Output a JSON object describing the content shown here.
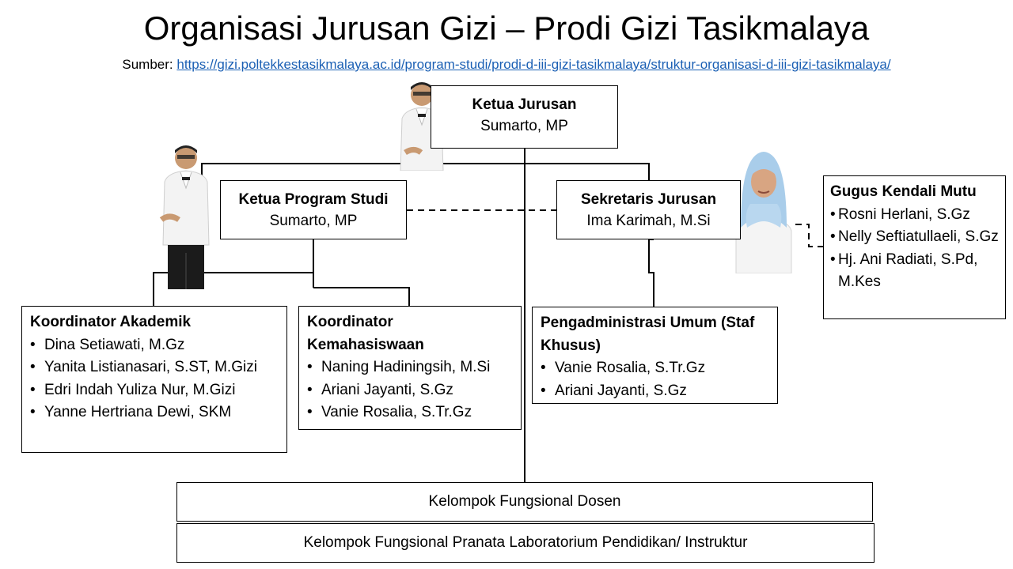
{
  "title": "Organisasi Jurusan Gizi – Prodi Gizi Tasikmalaya",
  "source": {
    "label": "Sumber:",
    "url": "https://gizi.poltekkestasikmalaya.ac.id/program-studi/prodi-d-iii-gizi-tasikmalaya/struktur-organisasi-d-iii-gizi-tasikmalaya/"
  },
  "ketua_jurusan": {
    "title": "Ketua Jurusan",
    "name": "Sumarto, MP"
  },
  "ketua_prodi": {
    "title": "Ketua Program Studi",
    "name": "Sumarto, MP"
  },
  "sekretaris": {
    "title": "Sekretaris Jurusan",
    "name": "Ima Karimah, M.Si"
  },
  "gugus_kendali_mutu": {
    "title": "Gugus Kendali Mutu",
    "members": [
      "Rosni Herlani, S.Gz",
      "Nelly Seftiatullaeli, S.Gz",
      "Hj. Ani Radiati, S.Pd, M.Kes"
    ]
  },
  "koordinator_akademik": {
    "title": "Koordinator Akademik",
    "members": [
      "Dina Setiawati, M.Gz",
      "Yanita Listianasari, S.ST, M.Gizi",
      "Edri Indah Yuliza Nur, M.Gizi",
      "Yanne Hertriana Dewi, SKM"
    ]
  },
  "koordinator_kemahasiswaan": {
    "title": "Koordinator Kemahasiswaan",
    "members": [
      "Naning Hadiningsih, M.Si",
      "Ariani Jayanti, S.Gz",
      "Vanie Rosalia, S.Tr.Gz"
    ]
  },
  "pengadministrasi_umum": {
    "title": "Pengadministrasi Umum (Staf Khusus)",
    "members": [
      "Vanie Rosalia, S.Tr.Gz",
      "Ariani Jayanti, S.Gz"
    ]
  },
  "kelompok_dosen": "Kelompok Fungsional Dosen",
  "kelompok_plp": "Kelompok Fungsional Pranata Laboratorium Pendidikan/ Instruktur",
  "colors": {
    "link": "#1a5fb4",
    "line": "#000000",
    "hijab": "#a9cdea",
    "coat": "#f4f4f4"
  }
}
